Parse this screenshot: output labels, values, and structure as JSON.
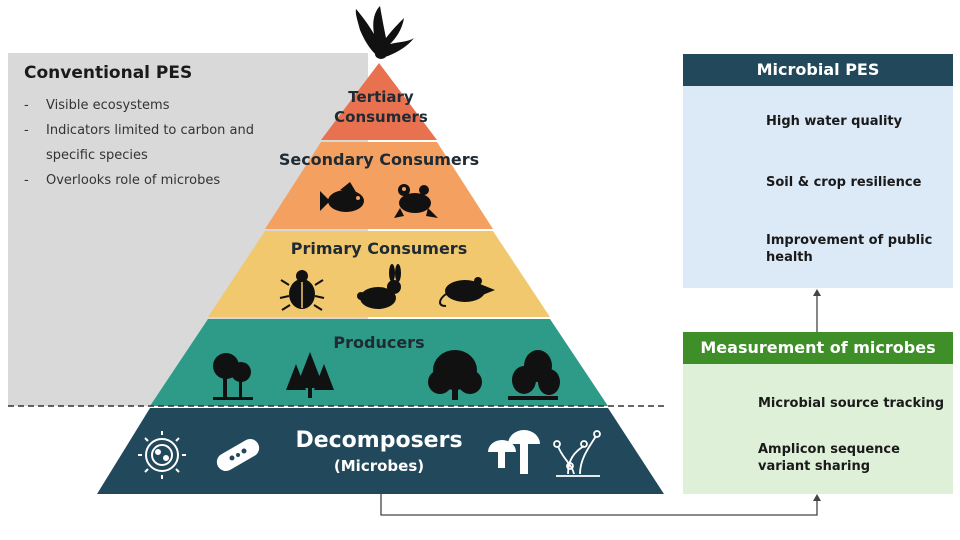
{
  "conventional": {
    "title": "Conventional PES",
    "items": [
      "Visible ecosystems",
      "Indicators limited to carbon and specific species",
      "Overlooks role of microbes"
    ]
  },
  "pyramid": {
    "tertiary": "Tertiary Consumers",
    "secondary": "Secondary Consumers",
    "primary": "Primary Consumers",
    "producers": "Producers",
    "decomposers": "Decomposers",
    "decomposers_sub": "(Microbes)"
  },
  "microbial_pes": {
    "title": "Microbial PES",
    "items": [
      "High water quality",
      "Soil & crop resilience",
      "Improvement of public health"
    ]
  },
  "measurement": {
    "title": "Measurement of microbes",
    "items": [
      "Microbial source tracking",
      "Amplicon sequence variant sharing"
    ]
  },
  "colors": {
    "tertiary": "#e8724f",
    "secondary": "#f3a061",
    "primary": "#f1c86e",
    "producers": "#2e9a88",
    "decomposers": "#22485b",
    "conventional_bg": "#d9d9d9",
    "microbial_header": "#22485b",
    "measurement_header": "#3f8f29"
  },
  "icons": [
    "eagle-icon",
    "fish-icon",
    "frog-icon",
    "beetle-icon",
    "rabbit-icon",
    "rat-icon",
    "tree-icon",
    "pine-trees-icon",
    "broadleaf-tree-icon",
    "forest-icon",
    "virus-icon",
    "bacterium-icon",
    "mushroom-icon",
    "fungi-icon",
    "water-drop-icon",
    "sprout-icon",
    "heart-hand-icon",
    "microbe-icon",
    "dna-icon"
  ]
}
